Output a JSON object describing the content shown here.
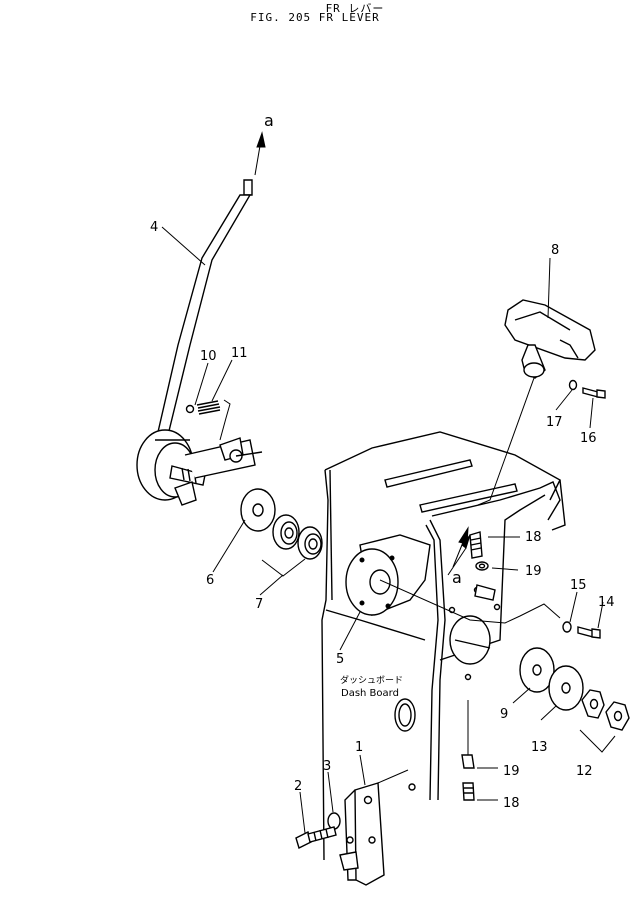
{
  "header": {
    "title_jp": "FR レバー",
    "title_en": "FIG. 205  FR LEVER"
  },
  "labels": {
    "arrow_top": "a",
    "arrow_mid": "a",
    "dash_jp": "ダッシュボード",
    "dash_en": "Dash Board"
  },
  "parts": [
    "1",
    "2",
    "3",
    "4",
    "5",
    "6",
    "7",
    "8",
    "9",
    "10",
    "11",
    "12",
    "13",
    "14",
    "15",
    "16",
    "17",
    "18",
    "19",
    "18",
    "19"
  ]
}
